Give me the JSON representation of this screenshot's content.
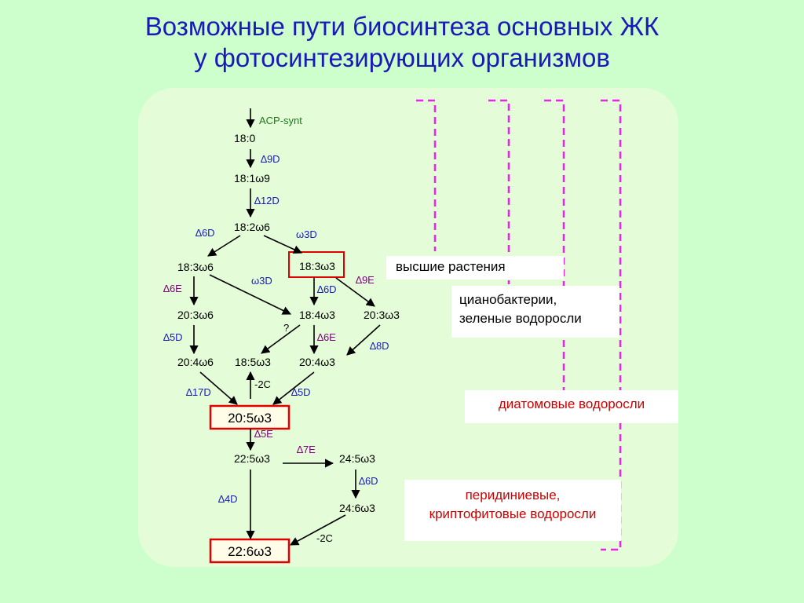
{
  "title": {
    "line1": "Возможные пути биосинтеза основных ЖК",
    "line2": "у фотосинтезирующих организмов"
  },
  "nodes": {
    "n18_0": "18:0",
    "n18_1w9": "18:1ω9",
    "n18_2w6": "18:2ω6",
    "n18_3w6": "18:3ω6",
    "n18_3w3": "18:3ω3",
    "n20_3w6": "20:3ω6",
    "n18_4w3": "18:4ω3",
    "n20_3w3": "20:3ω3",
    "n20_4w6": "20:4ω6",
    "n18_5w3": "18:5ω3",
    "n20_4w3": "20:4ω3",
    "n20_5w3": "20:5ω3",
    "n22_5w3": "22:5ω3",
    "n24_5w3": "24:5ω3",
    "n24_6w3": "24:6ω3",
    "n22_6w3": "22:6ω3"
  },
  "enzymes": {
    "acp": "ACP-synt",
    "d9d": "∆9D",
    "d12d": "∆12D",
    "d6d_a": "∆6D",
    "w3d_a": "ω3D",
    "d6e_a": "∆6E",
    "w3d_b": "ω3D",
    "d6d_b": "∆6D",
    "d9e": "∆9E",
    "q": "?",
    "d6e_b": "∆6E",
    "d5d_a": "∆5D",
    "d8d": "∆8D",
    "minus2c_a": "-2C",
    "d17d": "∆17D",
    "d5d_b": "∆5D",
    "d5e": "∆5E",
    "d7e": "∆7E",
    "d6d_c": "∆6D",
    "d4d": "∆4D",
    "minus2c_b": "-2C"
  },
  "groups": {
    "higher_plants": "высшие растения",
    "cyano_l1": "цианобактерии,",
    "cyano_l2": "зеленые водоросли",
    "diatoms": "диатомовые водоросли",
    "perid_l1": "перидиниевые,",
    "perid_l2": "криптофитовые водоросли"
  },
  "colors": {
    "background": "#ccffcc",
    "panel": "#e4fdd8",
    "title": "#1a1ab8",
    "highlight_box": "#e00000",
    "bracket": "#ee22ee",
    "desaturase_D": "#1a1ab8",
    "elongase_E": "#800080",
    "synthase": "#1a7a1a",
    "group_red": "#cc0000"
  }
}
